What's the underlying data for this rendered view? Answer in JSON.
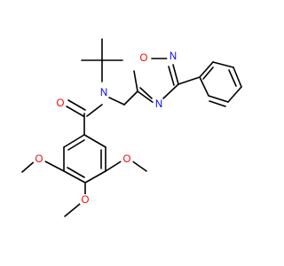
{
  "molecule": {
    "atom_labels": {
      "carbonyl_oxygen": "O",
      "amide_nitrogen": "N",
      "ring_oxygen": "O",
      "ring_nitrogen_top": "N",
      "ring_nitrogen_bottom": "N",
      "methoxy_oxygen_left": "O",
      "methoxy_oxygen_right": "O",
      "methoxy_oxygen_bottom": "O"
    },
    "colors": {
      "oxygen": "#ff0000",
      "nitrogen": "#0000ff",
      "bond": "#000000"
    }
  }
}
